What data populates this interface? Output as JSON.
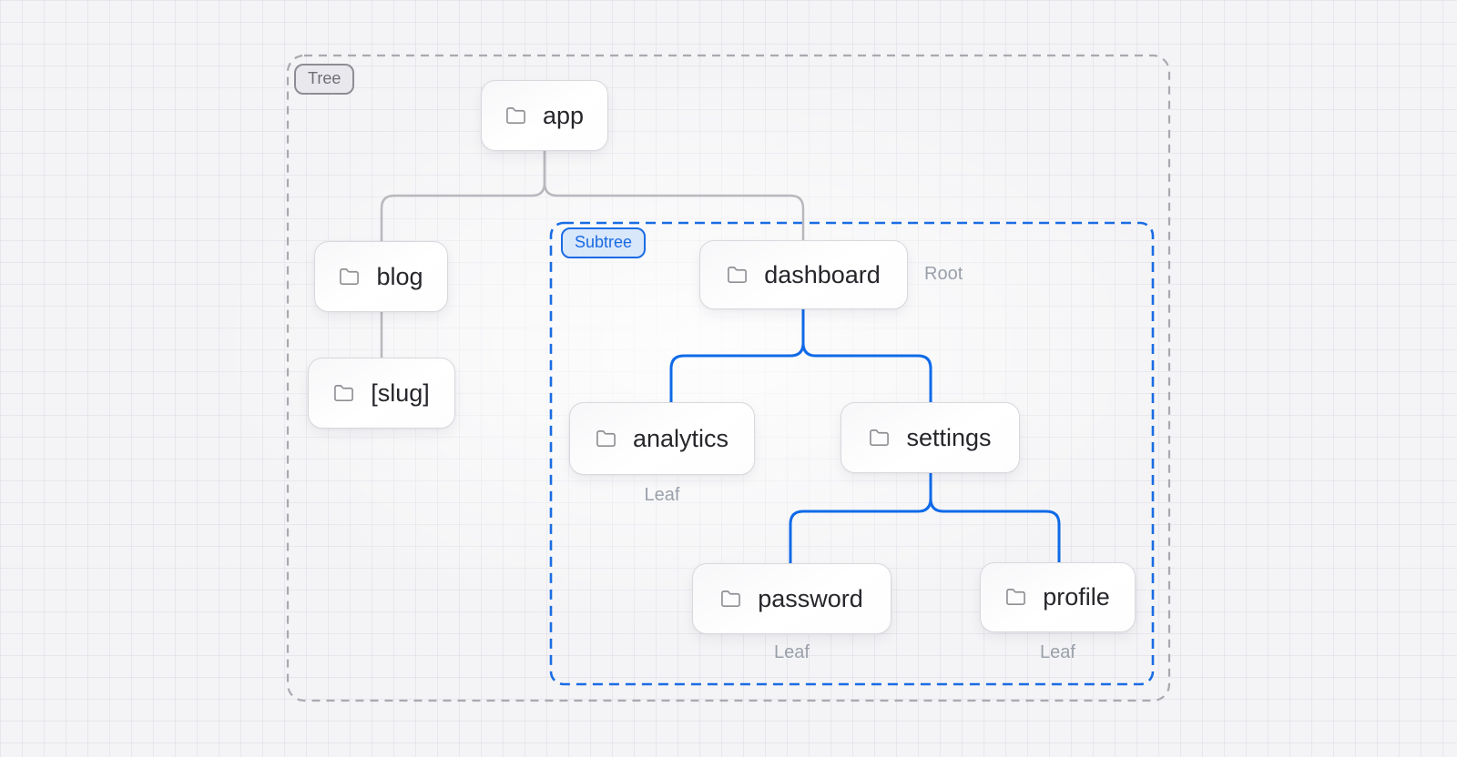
{
  "groups": {
    "tree": {
      "label": "Tree"
    },
    "subtree": {
      "label": "Subtree"
    }
  },
  "nodes": {
    "app": {
      "label": "app"
    },
    "blog": {
      "label": "blog"
    },
    "slug": {
      "label": "[slug]"
    },
    "dashboard": {
      "label": "dashboard",
      "annotation": "Root"
    },
    "analytics": {
      "label": "analytics",
      "annotation": "Leaf"
    },
    "settings": {
      "label": "settings"
    },
    "password": {
      "label": "password",
      "annotation": "Leaf"
    },
    "profile": {
      "label": "profile",
      "annotation": "Leaf"
    }
  },
  "edges": [
    {
      "from": "app",
      "to": "blog",
      "style": "gray"
    },
    {
      "from": "app",
      "to": "dashboard",
      "style": "gray"
    },
    {
      "from": "blog",
      "to": "slug",
      "style": "gray"
    },
    {
      "from": "dashboard",
      "to": "analytics",
      "style": "blue"
    },
    {
      "from": "dashboard",
      "to": "settings",
      "style": "blue"
    },
    {
      "from": "settings",
      "to": "password",
      "style": "blue"
    },
    {
      "from": "settings",
      "to": "profile",
      "style": "blue"
    }
  ],
  "colors": {
    "background": "#f4f4f6",
    "tree_border": "#a9a9b0",
    "subtree_accent": "#1a6ce3",
    "edge_gray": "#b8b8bd",
    "edge_blue": "#0f6ae8",
    "node_border": "#d8d8dd",
    "node_text": "#26262b",
    "muted_text": "#9aa0a9",
    "icon": "#8e8e93"
  }
}
